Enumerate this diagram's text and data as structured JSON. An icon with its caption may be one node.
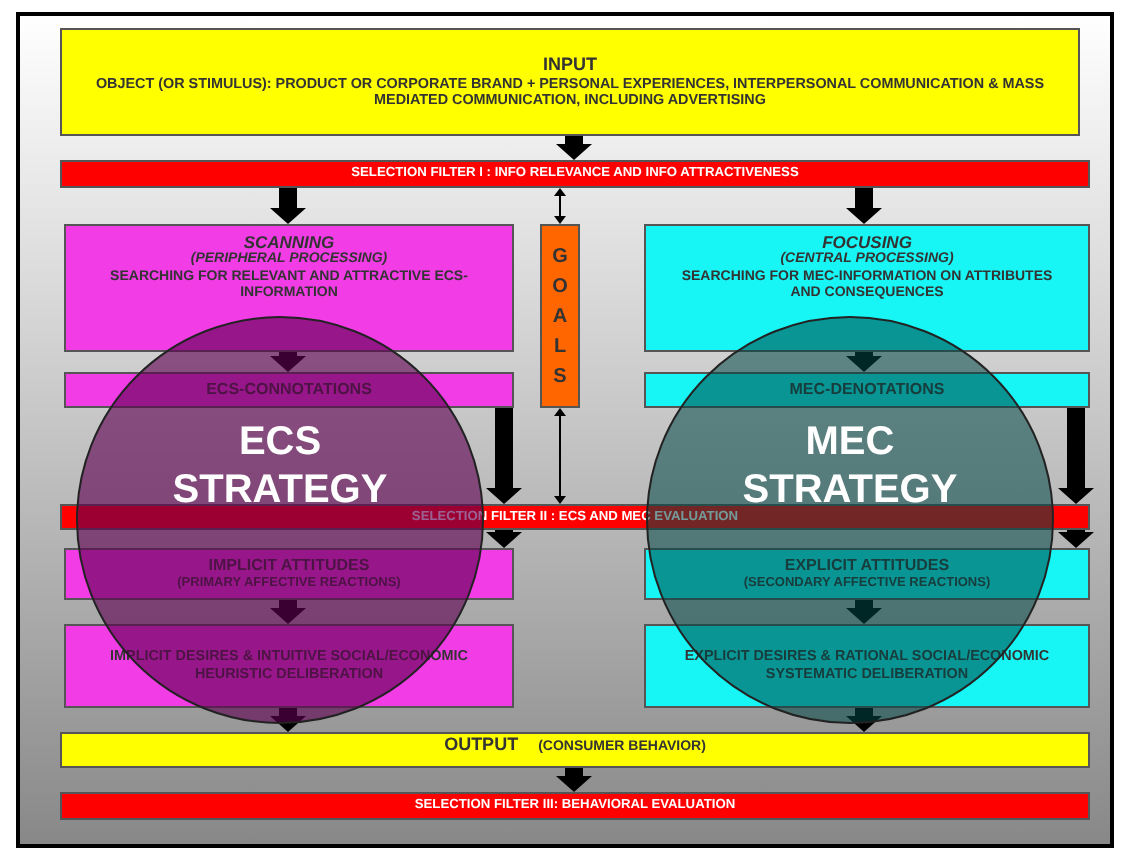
{
  "diagram": {
    "nodes": [
      {
        "text": [
          "INPUT",
          "OBJECT (OR STIMULUS): PRODUCT OR CORPORATE BRAND + PERSONAL EXPERIENCES, INTERPERSONAL COMMUNICATION & MASS MEDIATED COMMUNICATION, INCLUDING ADVERTISING"
        ]
      },
      {
        "text": [
          "SELECTION FILTER I : INFO RELEVANCE AND INFO ATTRACTIVENESS"
        ]
      },
      {
        "text": [
          "SCANNING",
          "(PERIPHERAL PROCESSING)",
          "SEARCHING FOR RELEVANT AND ATTRACTIVE ECS-INFORMATION"
        ]
      },
      {
        "text": [
          "GOALS"
        ]
      },
      {
        "text": [
          "FOCUSING",
          "(CENTRAL PROCESSING)",
          "SEARCHING FOR MEC-INFORMATION ON ATTRIBUTES AND CONSEQUENCES"
        ]
      },
      {
        "text": [
          "ECS-CONNOTATIONS"
        ]
      },
      {
        "text": [
          "MEC-DENOTATIONS"
        ]
      },
      {
        "text": [
          "ECS STRATEGY"
        ]
      },
      {
        "text": [
          "MEC STRATEGY"
        ]
      },
      {
        "text": [
          "SELECTION FILTER II : ECS AND MEC EVALUATION"
        ]
      },
      {
        "text": [
          "IMPLICIT ATTITUDES",
          "(PRIMARY AFFECTIVE REACTIONS)"
        ]
      },
      {
        "text": [
          "EXPLICIT ATTITUDES",
          "(SECONDARY AFFECTIVE REACTIONS)"
        ]
      },
      {
        "text": [
          "IMPLICIT DESIRES & INTUITIVE SOCIAL/ECONOMIC HEURISTIC DELIBERATION"
        ]
      },
      {
        "text": [
          "EXPLICIT DESIRES & RATIONAL SOCIAL/ECONOMIC SYSTEMATIC DELIBERATION"
        ]
      },
      {
        "text": [
          "OUTPUT",
          "(CONSUMER BEHAVIOR)"
        ]
      },
      {
        "text": [
          "SELECTION FILTER III: BEHAVIORAL EVALUATION"
        ]
      }
    ],
    "edges": [
      {
        "from": 0,
        "to": 1,
        "arrow": "to"
      },
      {
        "from": 1,
        "to": 2,
        "arrow": "to"
      },
      {
        "from": 1,
        "to": 4,
        "arrow": "to"
      },
      {
        "from": 1,
        "to": 3,
        "arrow": "both"
      },
      {
        "from": 2,
        "to": 5,
        "arrow": "to"
      },
      {
        "from": 4,
        "to": 6,
        "arrow": "to"
      },
      {
        "from": 3,
        "to": 9,
        "arrow": "both"
      },
      {
        "from": 5,
        "to": 9,
        "arrow": "to"
      },
      {
        "from": 6,
        "to": 9,
        "arrow": "to"
      },
      {
        "from": 9,
        "to": 10,
        "arrow": "to"
      },
      {
        "from": 9,
        "to": 11,
        "arrow": "to"
      },
      {
        "from": 10,
        "to": 12,
        "arrow": "to"
      },
      {
        "from": 11,
        "to": 13,
        "arrow": "to"
      },
      {
        "from": 12,
        "to": 14,
        "arrow": "to"
      },
      {
        "from": 13,
        "to": 14,
        "arrow": "to"
      },
      {
        "from": 14,
        "to": 15,
        "arrow": "to"
      }
    ]
  }
}
